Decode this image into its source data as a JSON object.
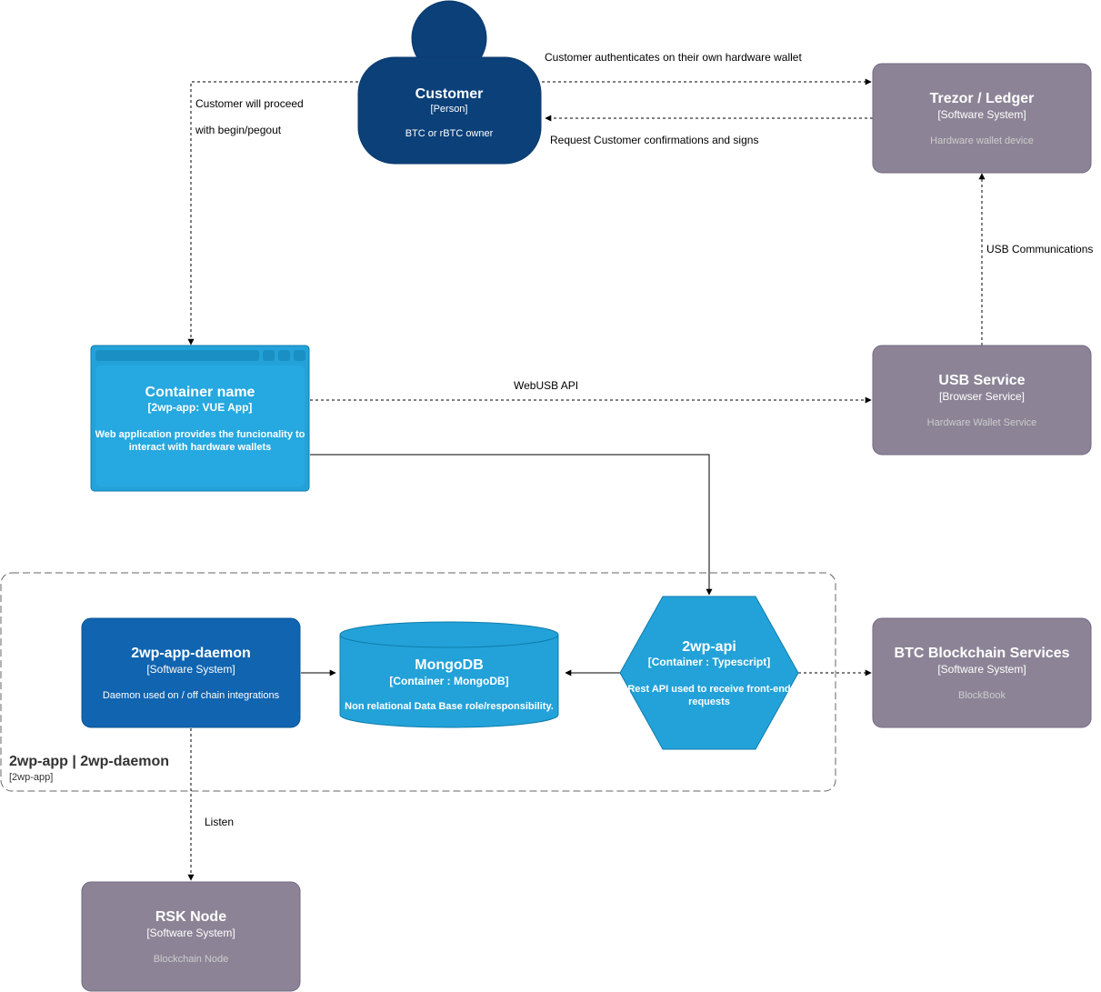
{
  "colors": {
    "person": "#0b4079",
    "person_stroke": "#0b3a6e",
    "container": "#23a2d9",
    "container_stroke": "#0e7dad",
    "software_system": "#1064b0",
    "external_system": "#8c8496",
    "external_stroke": "#736a80",
    "external_desc": "#cccccc",
    "boundary": "#666666"
  },
  "nodes": {
    "customer": {
      "title": "Customer",
      "type": "[Person]",
      "desc": "BTC or rBTC owner"
    },
    "trezor": {
      "title": "Trezor / Ledger",
      "type": "[Software System]",
      "desc": "Hardware wallet device"
    },
    "webapp": {
      "title": "Container name",
      "type": "[2wp-app: VUE App]",
      "desc_line1": "Web application provides the funcionality to",
      "desc_line2": "interact with hardware wallets"
    },
    "usb": {
      "title": "USB Service",
      "type": "[Browser Service]",
      "desc": "Hardware Wallet Service"
    },
    "daemon": {
      "title": "2wp-app-daemon",
      "type": "[Software System]",
      "desc": "Daemon used on / off chain integrations"
    },
    "mongo": {
      "title": "MongoDB",
      "type": "[Container : MongoDB]",
      "desc": "Non relational Data Base role/responsibility."
    },
    "api": {
      "title": "2wp-api",
      "type": "[Container : Typescript]",
      "desc_line1": "Rest API used to receive front-end",
      "desc_line2": "requests"
    },
    "btc": {
      "title": "BTC Blockchain Services",
      "type": "[Software System]",
      "desc": "BlockBook"
    },
    "rsk": {
      "title": "RSK Node",
      "type": "[Software System]",
      "desc": "Blockchain Node"
    }
  },
  "boundary": {
    "title": "2wp-app | 2wp-daemon",
    "sub": "[2wp-app]"
  },
  "edges": {
    "auth": "Customer authenticates on their own hardware wallet",
    "confirm": "Request Customer confirmations and signs",
    "proceed_line1": "Customer will proceed",
    "proceed_line2": "with begin/pegout",
    "usb_comm": "USB Communications",
    "webusb": "WebUSB API",
    "listen": "Listen"
  }
}
